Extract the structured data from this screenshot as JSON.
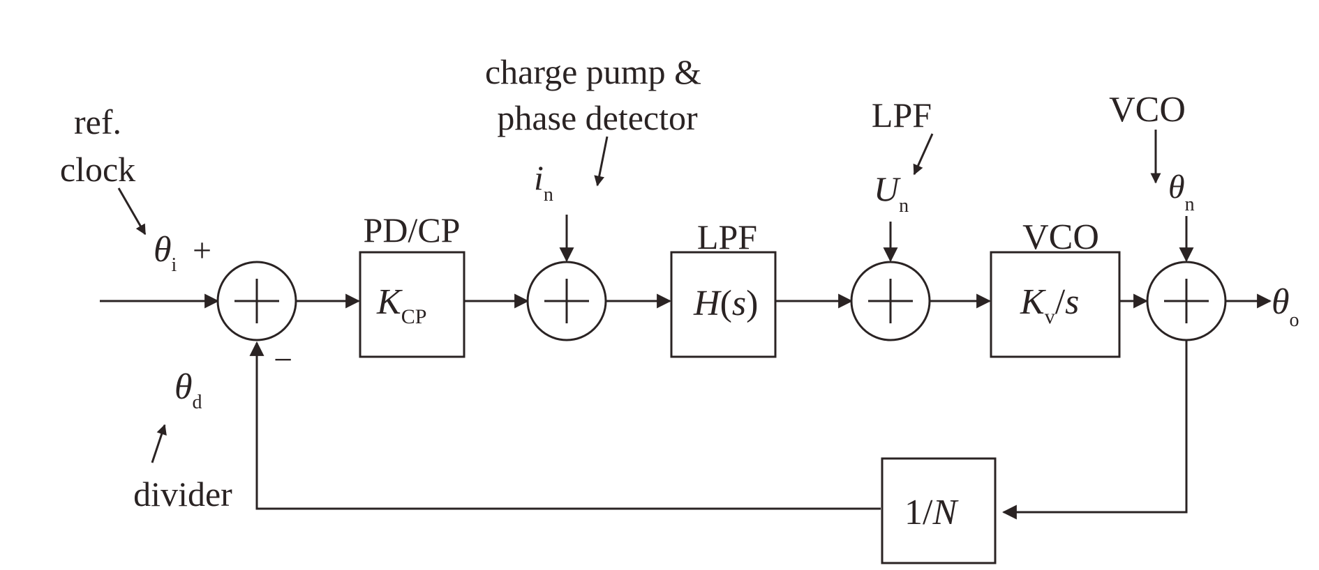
{
  "colors": {
    "ink": "#2a2323",
    "background": "#ffffff"
  },
  "blocks": {
    "pdcp": {
      "title": "PD/CP",
      "gain_main": "K",
      "gain_sub": "CP"
    },
    "lpf": {
      "title": "LPF",
      "tf_h": "H",
      "tf_open": "(",
      "tf_s": "s",
      "tf_close": ")"
    },
    "vco": {
      "title": "VCO",
      "gain_main": "K",
      "gain_sub": "v",
      "gain_slash": "/",
      "gain_s": "s"
    },
    "divider": {
      "one_over": "1/",
      "n": "N"
    }
  },
  "signals": {
    "theta_i": {
      "sym": "θ",
      "sub": "i"
    },
    "theta_d": {
      "sym": "θ",
      "sub": "d"
    },
    "theta_o": {
      "sym": "θ",
      "sub": "o"
    },
    "theta_n": {
      "sym": "θ",
      "sub": "n"
    },
    "i_n": {
      "sym": "i",
      "sub": "n"
    },
    "u_n": {
      "sym": "U",
      "sub": "n"
    }
  },
  "signs": {
    "plus": "+",
    "minus": "−"
  },
  "annotations": {
    "ref_clock_line1": "ref.",
    "ref_clock_line2": "clock",
    "cp_pd_line1": "charge pump &",
    "cp_pd_line2": "phase detector",
    "lpf_noise": "LPF",
    "vco_noise": "VCO",
    "divider": "divider"
  }
}
